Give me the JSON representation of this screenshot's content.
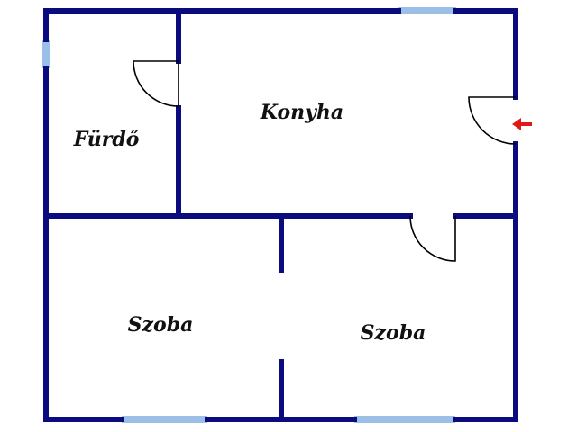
{
  "colors": {
    "wall": "#0b0b80",
    "window": "#9bbfe6",
    "door_line": "#000000",
    "entrance_arrow": "#e01818",
    "background": "#ffffff"
  },
  "rooms": {
    "bathroom": "Fürdő",
    "kitchen": "Konyha",
    "room_left": "Szoba",
    "room_right": "Szoba"
  },
  "icons": {
    "entrance": "entrance-arrow-icon"
  }
}
